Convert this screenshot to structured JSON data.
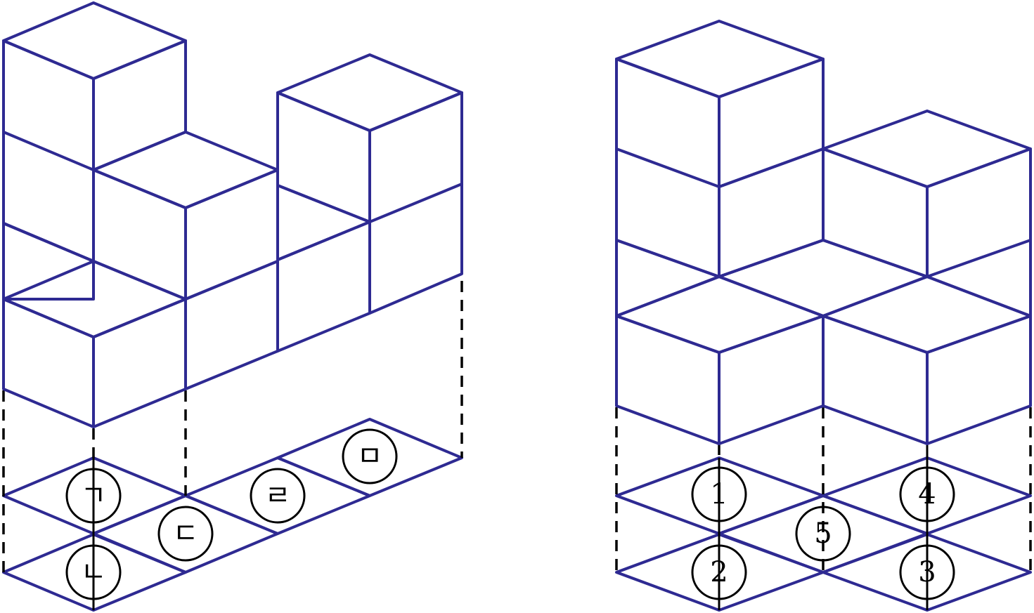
{
  "left_figure": {
    "labels": [
      "ㄱ",
      "ㄴ",
      "ㄷ",
      "ㄹ",
      "ㅁ"
    ]
  },
  "right_figure": {
    "labels": [
      "1",
      "2",
      "3",
      "4",
      "5"
    ]
  },
  "colors": {
    "edge": "#2e2a92",
    "top_face": "#e8e5f2",
    "front_face": "#d2cbe4",
    "side_face": "#b9b0d6",
    "dashed_guides": "#000000"
  }
}
